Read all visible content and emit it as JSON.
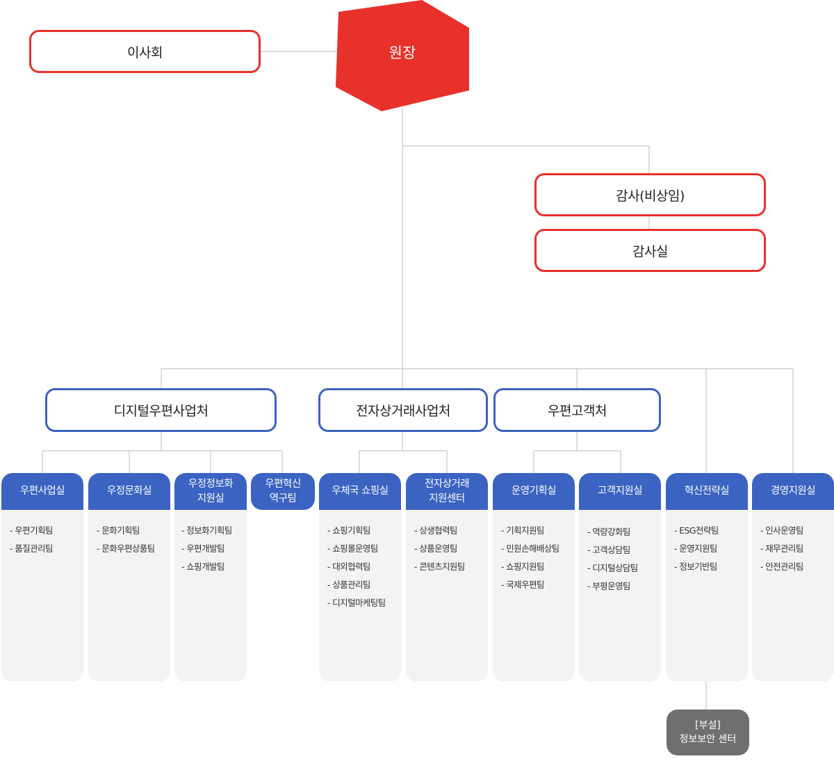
{
  "colors": {
    "red": "#e8312b",
    "blue": "#3a63c2",
    "gray_fill": "#f3f3f3",
    "sub_fill": "#6f6f6f",
    "line": "#c8c8c8"
  },
  "chief": {
    "label": "원장"
  },
  "board": {
    "label": "이사회"
  },
  "audit": {
    "auditor": "감사(비상임)",
    "office": "감사실"
  },
  "divisions": [
    {
      "label": "디지털우편사업처"
    },
    {
      "label": "전자상거래사업처"
    },
    {
      "label": "우편고객처"
    }
  ],
  "offices": [
    {
      "title": "우편사업실",
      "teams": [
        "- 우편기획팀",
        "- 품질관리팀"
      ]
    },
    {
      "title": "우정문화실",
      "teams": [
        "- 문화기획팀",
        "- 문화우편상품팀"
      ]
    },
    {
      "title": "우정정보화\n지원실",
      "teams": [
        "- 정보화기획팀",
        "- 우편개발팀",
        "- 쇼핑개발팀"
      ]
    },
    {
      "title": "우편혁신\n역구팀",
      "teams": []
    },
    {
      "title": "우체국 쇼핑실",
      "teams": [
        "- 쇼핑기획팀",
        "- 쇼핑몰운영팀",
        "- 대외협력팀",
        "- 상품관리팀",
        "- 디지털마케팅팀"
      ]
    },
    {
      "title": "전자상거래\n지원센터",
      "teams": [
        "- 상생협력팀",
        "- 상품운영팀",
        "- 콘텐츠지원팀"
      ]
    },
    {
      "title": "운영기획실",
      "teams": [
        "- 기획지원팀",
        "- 민원손해배상팀",
        "- 쇼핑지원팀",
        "- 국제우편팀"
      ]
    },
    {
      "title": "고객지원실",
      "teams": [
        "- 역량강화팀",
        "- 고객상담팀",
        "- 디지털상담팀",
        "- 부평운영팀"
      ]
    },
    {
      "title": "혁신전략실",
      "teams": [
        "- ESG전략팀",
        "- 운영지원팀",
        "- 정보기반팀"
      ]
    },
    {
      "title": "경영지원실",
      "teams": [
        "- 인사운영팀",
        "- 재무관리팀",
        "- 안전관리팀"
      ]
    }
  ],
  "subsidiary": {
    "tag": "[부설]",
    "name": "정보보안 센터"
  }
}
